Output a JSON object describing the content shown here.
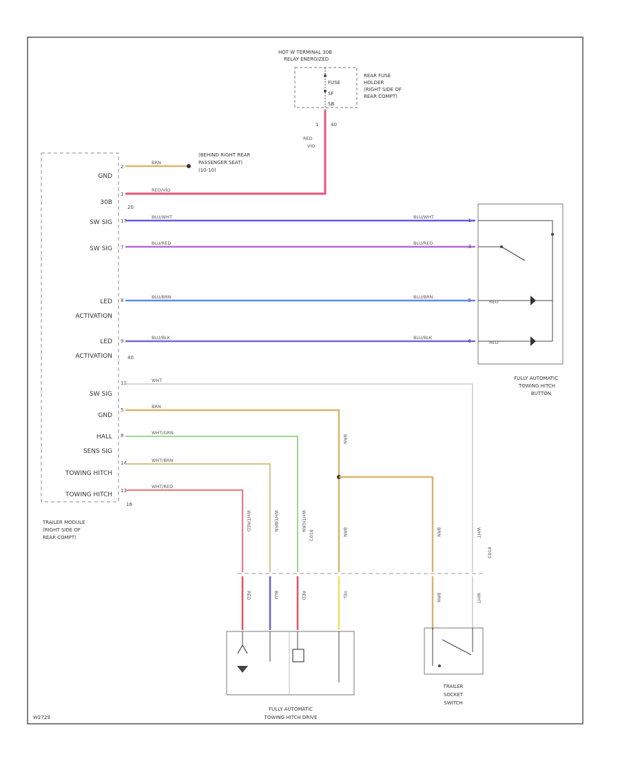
{
  "top": {
    "hot_label_1": "HOT W TERMINAL 30B",
    "hot_label_2": "RELAY ENERGIZED",
    "fuse_label": [
      "FUSE",
      "SF",
      "SB"
    ],
    "fuse_desc": [
      "REAR FUSE",
      "HOLDER",
      "(RIGHT SIDE OF",
      "REAR COMPT)"
    ],
    "fuse_pin": "1",
    "fuse_amp": "40",
    "wire_color": "RED",
    "wire_size": "VIO"
  },
  "ground": {
    "desc": [
      "(BEHIND RIGHT REAR",
      "PASSENGER SEAT)",
      "(10-10)"
    ]
  },
  "module": {
    "title": [
      "TRAILER MODULE",
      "(RIGHT SIDE OF",
      "REAR COMPT)"
    ],
    "connector_a": "20",
    "connector_b": "40",
    "connector_c": "16",
    "pins": [
      {
        "name": [
          "GND"
        ],
        "pin": "2",
        "wire": "BRN"
      },
      {
        "name": [
          "30B"
        ],
        "pin": "1",
        "wire": "RED/VIO"
      },
      {
        "name": [
          "SW SIG"
        ],
        "pin": "17",
        "wire": "BLU/WHT"
      },
      {
        "name": [
          "SW SIG"
        ],
        "pin": "7",
        "wire": "BLU/RED"
      },
      {
        "name": [
          "LED",
          "ACTIVATION"
        ],
        "pin": "8",
        "wire": "BLU/BRN"
      },
      {
        "name": [
          "LED",
          "ACTIVATION"
        ],
        "pin": "9",
        "wire": "BLU/BLK"
      },
      {
        "name": [
          "SW SIG"
        ],
        "pin": "11",
        "wire": "WHT"
      },
      {
        "name": [
          "GND"
        ],
        "pin": "5",
        "wire": "BRN"
      },
      {
        "name": [
          "HALL",
          "SENS SIG"
        ],
        "pin": "8",
        "wire": "WHT/GRN"
      },
      {
        "name": [
          "TOWING HITCH"
        ],
        "pin": "14",
        "wire": "WHT/BRN"
      },
      {
        "name": [
          "TOWING HITCH"
        ],
        "pin": "13",
        "wire": "WHT/RED"
      }
    ]
  },
  "button": {
    "title": [
      "FULLY AUTOMATIC",
      "TOWING HITCH",
      "BUTTON"
    ],
    "wires": [
      "BLU/WHT",
      "BLU/RED",
      "BLU/BRN",
      "BLU/BLK"
    ],
    "pins": [
      "1",
      "3",
      "5",
      "6"
    ],
    "led_labels": [
      "RED",
      "RED"
    ]
  },
  "lower": {
    "connector_id": "C018",
    "drive_title": [
      "FULLY AUTOMATIC",
      "TOWING HITCH DRIVE"
    ],
    "socket_title": [
      "TRAILER",
      "SOCKET",
      "SWITCH"
    ],
    "upper_wires": [
      "WHT/RED",
      "WHT/BRN",
      "WHT/GRN",
      "BRN",
      "BRN",
      "WHT"
    ],
    "lower_wires": [
      "RED",
      "BLU",
      "RED",
      "YEL",
      "BRN",
      "WHT"
    ],
    "branch_wire": "BRN"
  },
  "footer": {
    "code": "W2729"
  },
  "colors": {
    "red_vio": "#f0507a",
    "blu_wht": "#5b5ce6",
    "blu_red": "#b36ad4",
    "blu_brn": "#5a8ae8",
    "blu_blk": "#6a6ae0",
    "brn": "#d9b46a",
    "wht": "#c8c8c8",
    "wht_grn": "#8ed47c",
    "wht_brn": "#d4c88a",
    "wht_red": "#f07a8a",
    "red": "#e85060",
    "blu": "#6060e0",
    "yel": "#e8e060"
  }
}
